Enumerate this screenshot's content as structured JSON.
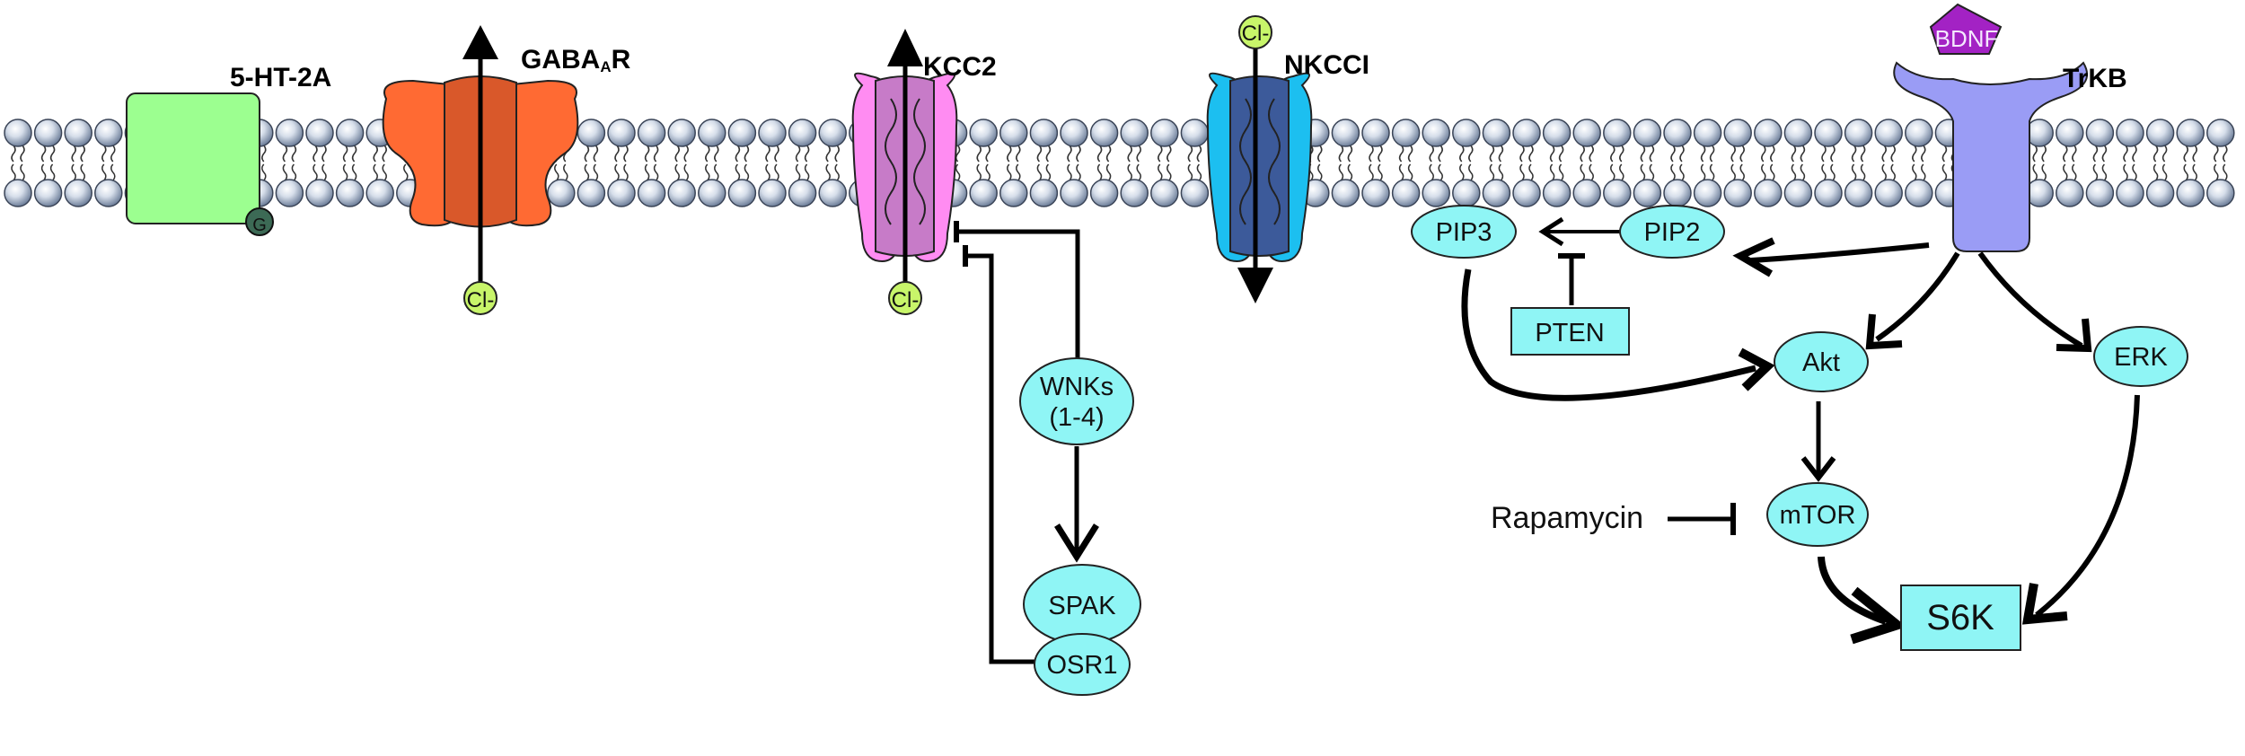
{
  "receptors": {
    "ht2a": "5-HT-2A",
    "gaba_main": "GABA",
    "gaba_sub": "A",
    "gaba_end": "R",
    "kcc2": "KCC2",
    "nkcc": "NKCCI",
    "trkb": "TrKB",
    "bdnf": "BDNF",
    "g_protein": "G"
  },
  "ions": {
    "cl_minus": "Cl-"
  },
  "nodes": {
    "pip3": "PIP3",
    "pip2": "PIP2",
    "pten": "PTEN",
    "akt": "Akt",
    "erk": "ERK",
    "mtor": "mTOR",
    "s6k": "S6K",
    "wnks_line1": "WNKs",
    "wnks_line2": "(1-4)",
    "spak": "SPAK",
    "osr1": "OSR1",
    "rapamycin": "Rapamycin"
  },
  "colors": {
    "lipid_head": "#b8c4d6",
    "ht2a_fill": "#9cff90",
    "gaba_fill": "#ff6a33",
    "gaba_inner": "#d9582a",
    "kcc2_fill": "#ff8cf2",
    "kcc2_inner": "#c77bc8",
    "nkcc_fill": "#1cbff0",
    "nkcc_inner": "#3c5a9a",
    "trkb_fill": "#9a9cf5",
    "bdnf_fill": "#a322c4",
    "node_fill": "#8ff5f5",
    "cl_fill": "#c8f56a"
  }
}
